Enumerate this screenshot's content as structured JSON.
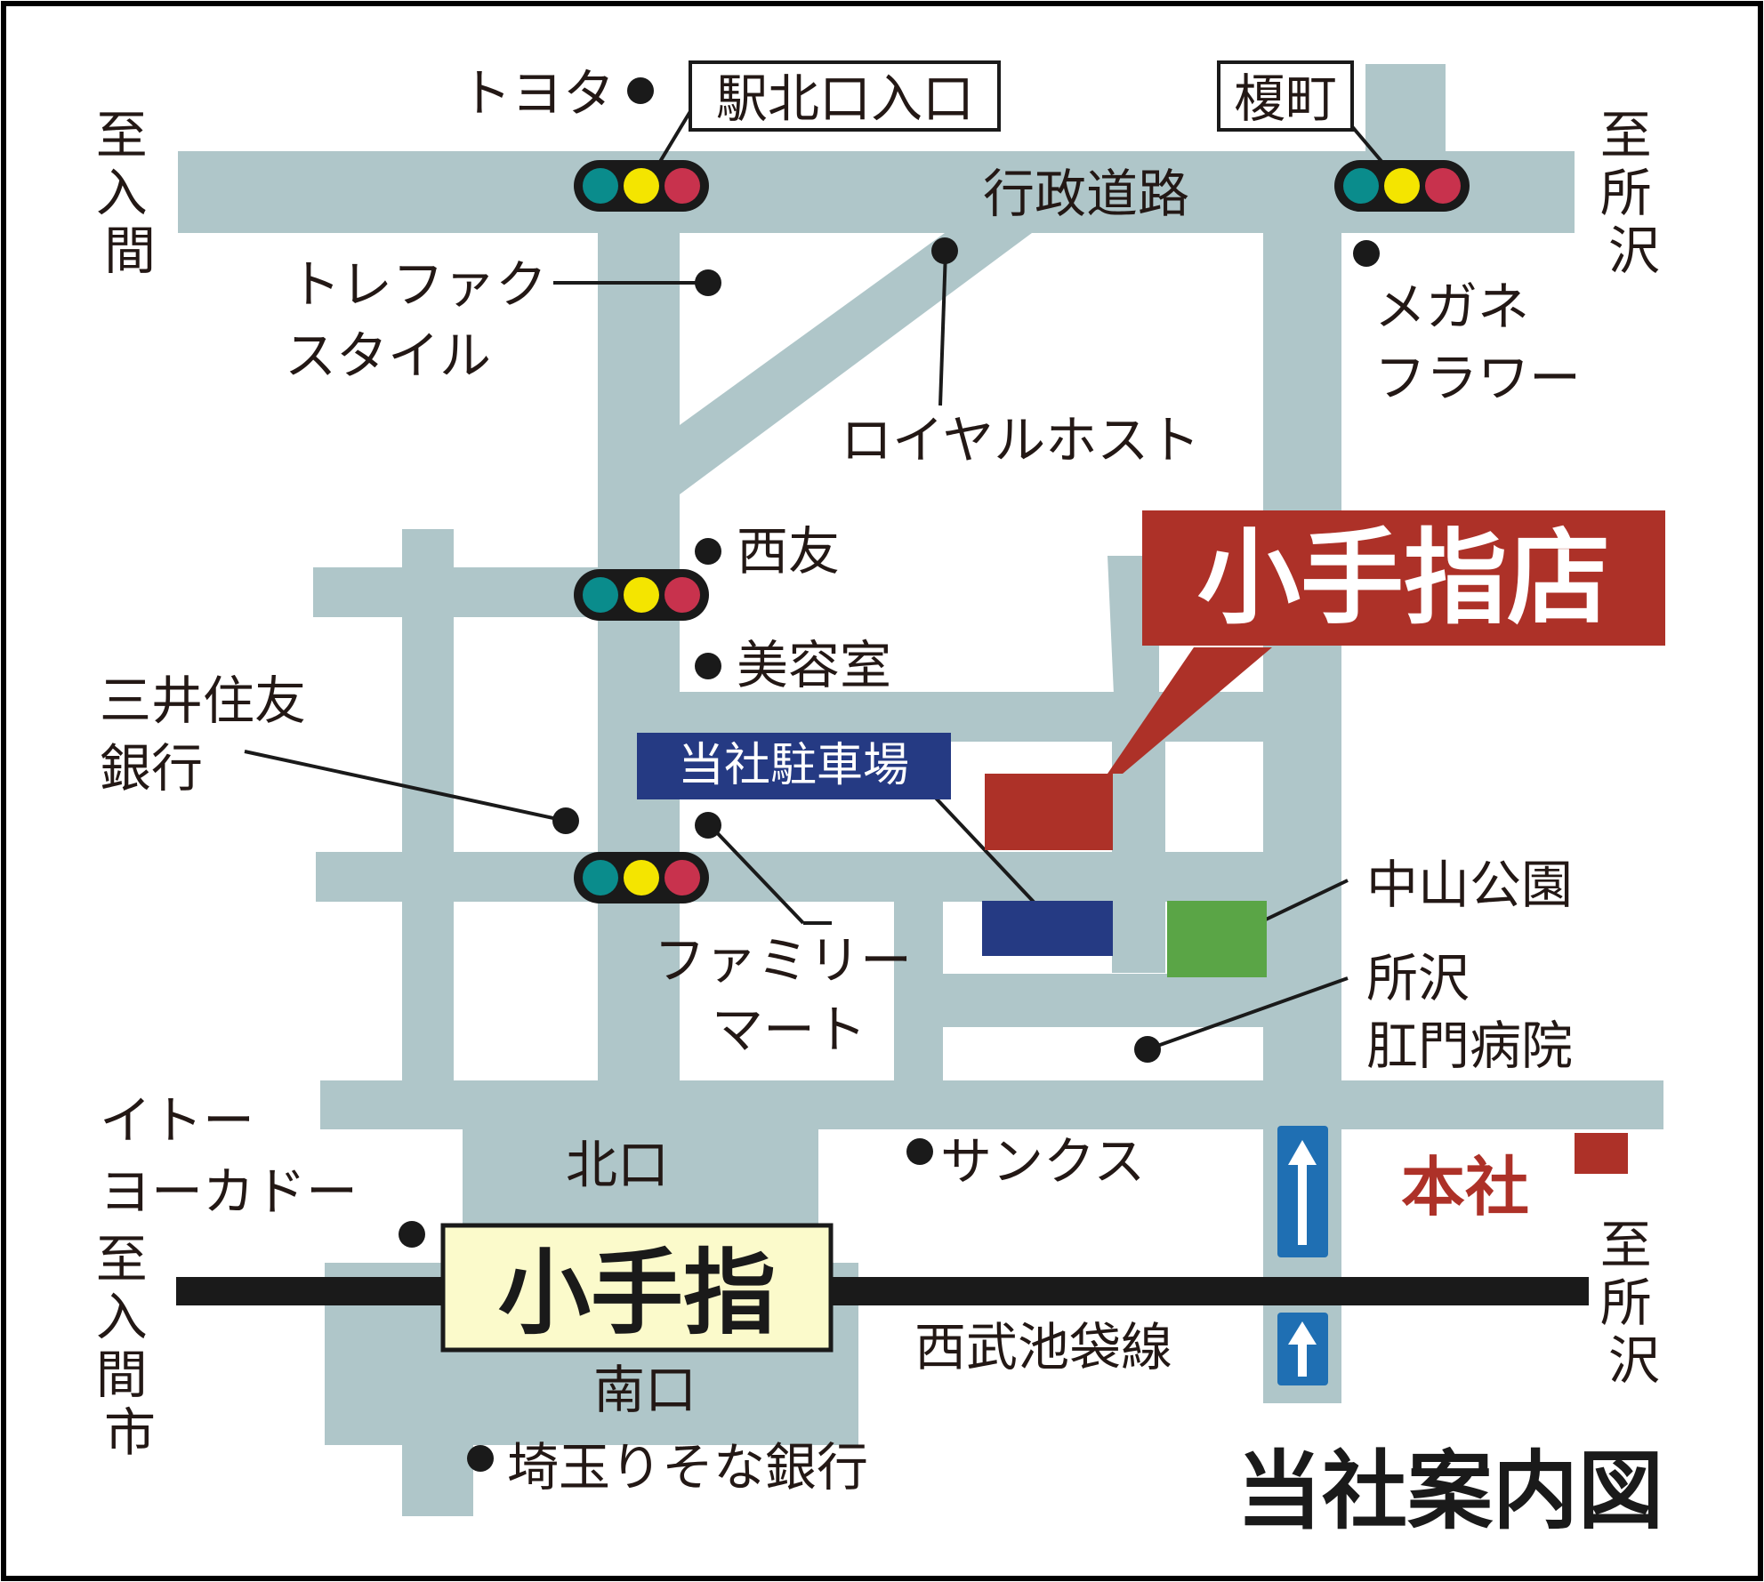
{
  "title": "当社案内図",
  "colors": {
    "road": "#afc6c9",
    "line": "#1a1a1a",
    "brand_red": "#ad3128",
    "parking_blue": "#253a83",
    "park_green": "#5aa546",
    "station_bg": "#fbfacb",
    "arrow_blue": "#1f6fb3",
    "signal_teal": "#0a8c8c",
    "signal_yellow": "#f4e500",
    "signal_red": "#c8324d"
  },
  "directions": {
    "to_iruma_top": "至入間",
    "to_tokorozawa_top": "至所沢",
    "to_iruma_city_bottom": "至入間市",
    "to_tokorozawa_bottom": "至所沢"
  },
  "intersections": {
    "ekikita": "駅北口入口",
    "enokicho": "榎町"
  },
  "roads": {
    "gyosei": "行政道路"
  },
  "landmarks": {
    "toyota": "トヨタ",
    "trefak_line1": "トレファク",
    "trefak_line2": "スタイル",
    "royal_host": "ロイヤルホスト",
    "megane_line1": "メガネ",
    "megane_line2": "フラワー",
    "nishitomo": "西友",
    "biyoushitsu": "美容室",
    "mitsui_line1": "三井住友",
    "mitsui_line2": "銀行",
    "familymart_line1": "ファミリー",
    "familymart_line2": "マート",
    "nakayama_park": "中山公園",
    "hospital_line1": "所沢",
    "hospital_line2": "肛門病院",
    "sunkus": "サンクス",
    "itoyokado_line1": "イトー",
    "itoyokado_line2": "ヨーカドー",
    "saitama_resona": "埼玉りそな銀行"
  },
  "store": {
    "name": "小手指店"
  },
  "parking": {
    "label": "当社駐車場"
  },
  "head_office": {
    "label": "本社"
  },
  "station": {
    "name": "小手指",
    "north_exit": "北口",
    "south_exit": "南口",
    "rail_line": "西武池袋線"
  }
}
